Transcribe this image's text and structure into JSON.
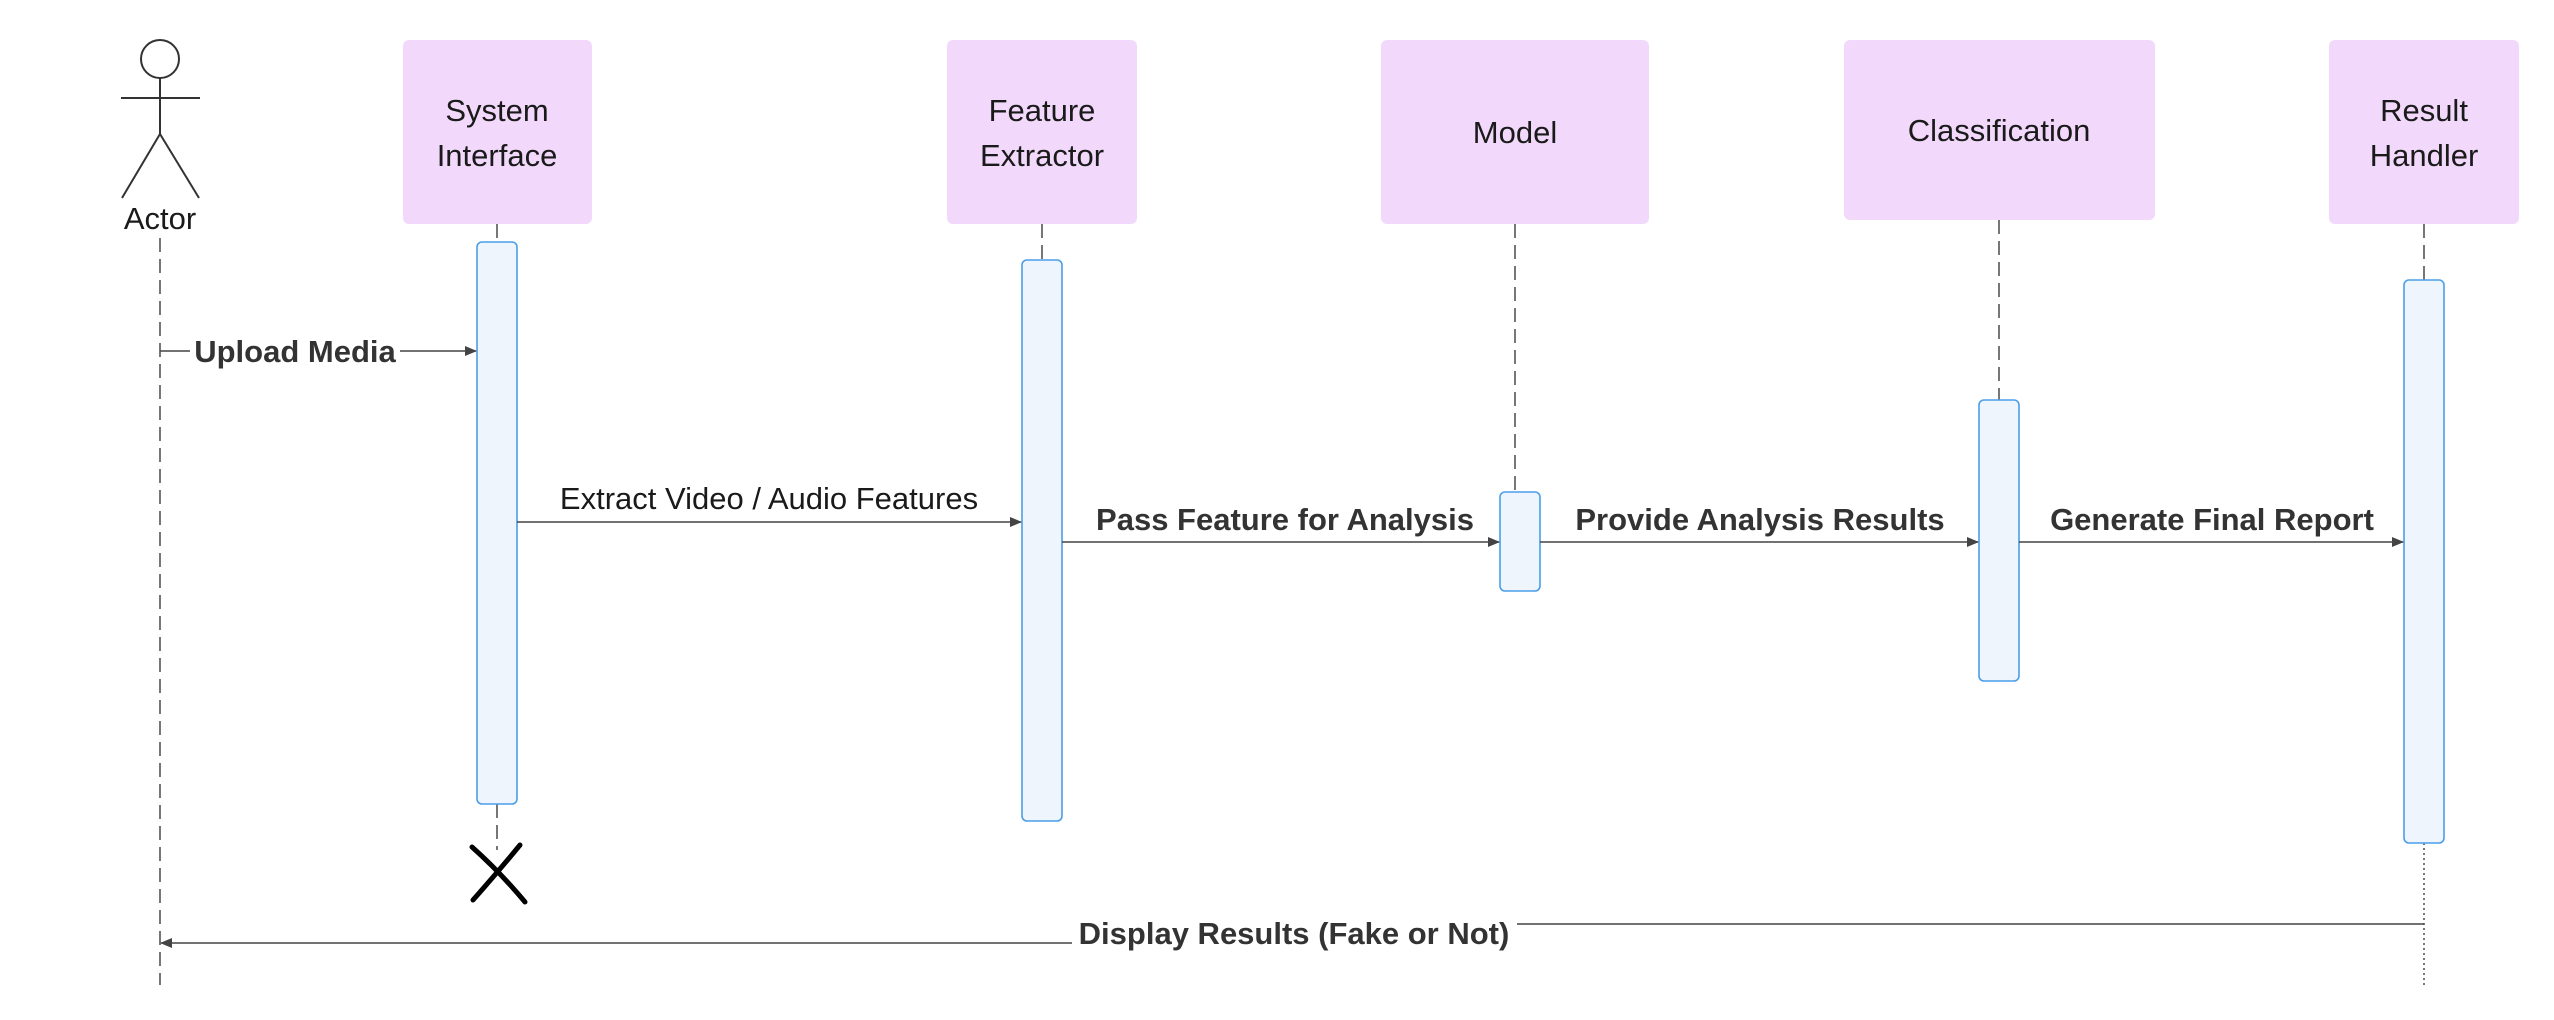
{
  "diagram": {
    "type": "sequence-diagram",
    "actor": {
      "label": "Actor"
    },
    "participants": [
      {
        "id": "system_interface",
        "lines": [
          "System",
          "Interface"
        ]
      },
      {
        "id": "feature_extractor",
        "lines": [
          "Feature",
          "Extractor"
        ]
      },
      {
        "id": "model",
        "lines": [
          "Model"
        ]
      },
      {
        "id": "classification",
        "lines": [
          "Classification"
        ]
      },
      {
        "id": "result_handler",
        "lines": [
          "Result",
          "Handler"
        ]
      }
    ],
    "messages": [
      {
        "id": "m1",
        "from": "actor",
        "to": "system_interface",
        "label": "Upload Media"
      },
      {
        "id": "m2",
        "from": "system_interface",
        "to": "feature_extractor",
        "label": "Extract Video / Audio Features"
      },
      {
        "id": "m3",
        "from": "feature_extractor",
        "to": "model",
        "label": "Pass Feature for Analysis"
      },
      {
        "id": "m4",
        "from": "model",
        "to": "classification",
        "label": "Provide Analysis Results"
      },
      {
        "id": "m5",
        "from": "classification",
        "to": "result_handler",
        "label": "Generate Final Report"
      },
      {
        "id": "m6",
        "from": "result_handler",
        "to": "actor",
        "label": "Display Results (Fake or Not)"
      }
    ],
    "colors": {
      "participant_fill": "#f2d9fb",
      "activation_fill": "#eef5fc",
      "activation_stroke": "#4a9ee8",
      "line": "#444444"
    }
  }
}
